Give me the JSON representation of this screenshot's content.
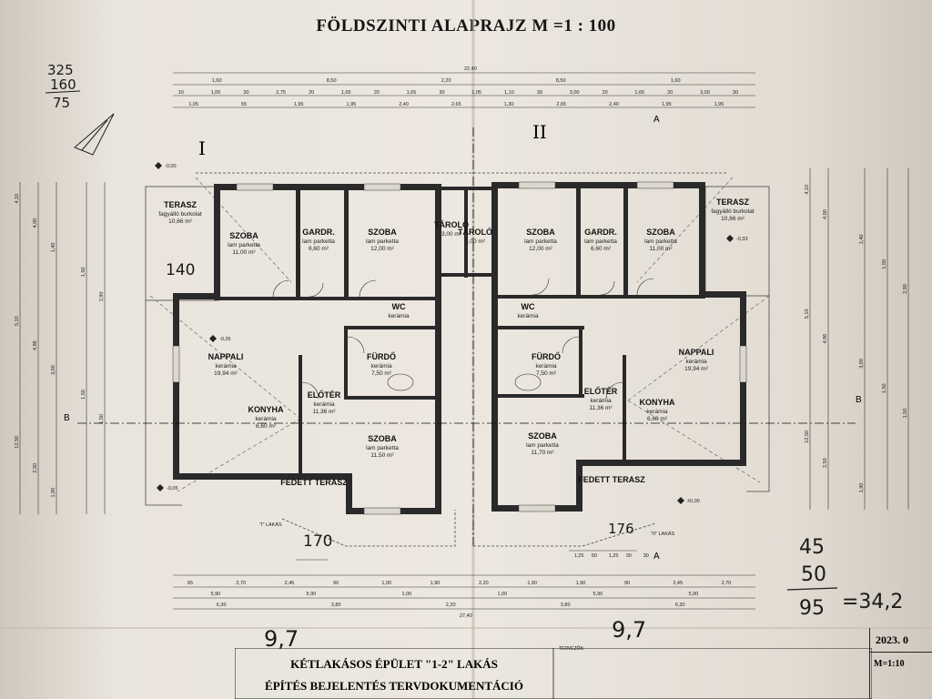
{
  "title": "FÖLDSZINTI ALAPRAJZ M =1 : 100",
  "top_dims": {
    "total": "22,40",
    "row1": [
      "1,60",
      "8,50",
      "2,20",
      "8,50",
      "1,60"
    ],
    "row2": [
      "10",
      "1,05",
      "30",
      "2,75",
      "20",
      "1,65",
      "20",
      "1,65",
      "30",
      "1,05",
      "1,10",
      "30",
      "3,00",
      "20",
      "1,65",
      "20",
      "3,00",
      "30"
    ],
    "row3": [
      "1,05",
      "55",
      "1,95",
      "1,95",
      "2,40",
      "2,65",
      "1,30",
      "2,65",
      "2,40",
      "1,95",
      "1,95"
    ]
  },
  "bottom_dims": {
    "total": "27,40",
    "row1": [
      "65",
      "2,70",
      "2,45",
      "90",
      "1,90",
      "1,90",
      "2,20",
      "1,90",
      "1,90",
      "90",
      "2,45",
      "2,70"
    ],
    "row2": [
      "5,90",
      "5,90",
      "1,00",
      "1,00",
      "5,90",
      "5,90"
    ],
    "row3": [
      "6,30",
      "3,80",
      "2,20",
      "3,80",
      "6,30"
    ],
    "small": [
      "1,25",
      "50",
      "1,25",
      "30",
      "30"
    ]
  },
  "side_dims": [
    "4,10",
    "4,00",
    "1,40",
    "1,50",
    "2,90",
    "5,10",
    "4,86",
    "3,90",
    "1,50",
    "1,50",
    "12,50",
    "2,50",
    "1,90"
  ],
  "rooms": [
    {
      "name": "TERASZ",
      "sub": "fagyálló burkolat",
      "area": "10,66 m²"
    },
    {
      "name": "SZOBA",
      "sub": "lam parketta",
      "area": "11,00 m²"
    },
    {
      "name": "GARDR.",
      "sub": "lam parketta",
      "area": "6,60 m²"
    },
    {
      "name": "SZOBA",
      "sub": "lam parketta",
      "area": "12,00 m²"
    },
    {
      "name": "TÁROLÓ",
      "sub": "",
      "area": "3,00 m²"
    },
    {
      "name": "TÁROLÓ",
      "sub": "",
      "area": "3,00 m²"
    },
    {
      "name": "SZOBA",
      "sub": "lam parketta",
      "area": "12,00 m²"
    },
    {
      "name": "GARDR.",
      "sub": "lam parketta",
      "area": "6,60 m²"
    },
    {
      "name": "SZOBA",
      "sub": "lam parketta",
      "area": "11,00 m²"
    },
    {
      "name": "TERASZ",
      "sub": "fagyálló burkolat",
      "area": "10,66 m²"
    },
    {
      "name": "NAPPALI",
      "sub": "kerámia",
      "area": "19,94 m²"
    },
    {
      "name": "WC",
      "sub": "kerámia",
      "area": ""
    },
    {
      "name": "FÜRDŐ",
      "sub": "kerámia",
      "area": "7,50 m²"
    },
    {
      "name": "WC",
      "sub": "kerámia",
      "area": ""
    },
    {
      "name": "FÜRDŐ",
      "sub": "kerámia",
      "area": "7,50 m²"
    },
    {
      "name": "NAPPALI",
      "sub": "kerámia",
      "area": "19,94 m²"
    },
    {
      "name": "ELŐTÉR",
      "sub": "kerámia",
      "area": "11,36 m²"
    },
    {
      "name": "KONYHA",
      "sub": "kerámia",
      "area": "6,60 m²"
    },
    {
      "name": "SZOBA",
      "sub": "lam parketta",
      "area": "11,50 m²"
    },
    {
      "name": "SZOBA",
      "sub": "lam parketta",
      "area": "11,70 m²"
    },
    {
      "name": "ELŐTÉR",
      "sub": "kerámia",
      "area": "11,36 m²"
    },
    {
      "name": "KONYHA",
      "sub": "kerámia",
      "area": "6,60 m²"
    },
    {
      "name": "FEDETT TERASZ",
      "sub": "",
      "area": ""
    },
    {
      "name": "FEDETT TERASZ",
      "sub": "",
      "area": ""
    }
  ],
  "unit_labels": {
    "left": "I",
    "right": "II",
    "left_caption": "\"I\" LAKÁS",
    "right_caption": "\"II\" LAKÁS"
  },
  "section_marks": {
    "a": "A",
    "b": "B"
  },
  "elevations": [
    "-0,00",
    "-0,35",
    "-0,33",
    "-0,05",
    "±0,00"
  ],
  "handwritten": {
    "top_left": [
      "325",
      "160",
      "75"
    ],
    "left_140": "140",
    "bottom_170": "170",
    "bottom_176": "176",
    "left_97": "9,7",
    "right_97": "9,7",
    "calc": [
      "45",
      "50",
      "95",
      "=34,2"
    ]
  },
  "title_block": {
    "line1": "KÉTLAKÁSOS ÉPÜLET \"1-2\" LAKÁS",
    "line2": "ÉPÍTÉS BEJELENTÉS TERVDOKUMENTÁCIÓ",
    "date": "2023. 0",
    "scale": "M=1:10",
    "tervezok": "TERVEZŐK:"
  }
}
